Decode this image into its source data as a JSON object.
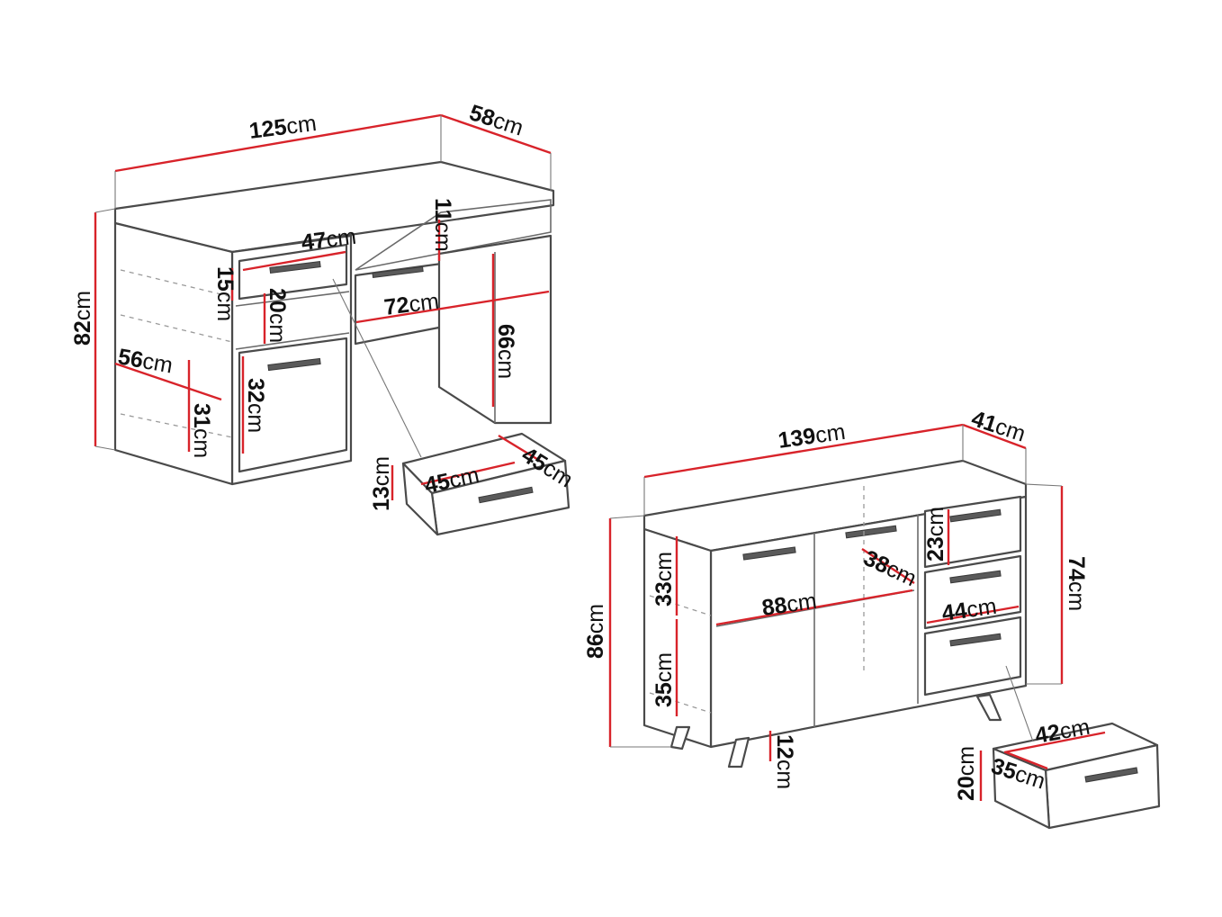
{
  "desk": {
    "dimensions": [
      {
        "key": "width",
        "value": "125",
        "unit": "cm"
      },
      {
        "key": "depth",
        "value": "58",
        "unit": "cm"
      },
      {
        "key": "height",
        "value": "82",
        "unit": "cm"
      },
      {
        "key": "top-drawer-width",
        "value": "47",
        "unit": "cm"
      },
      {
        "key": "right-opening-height",
        "value": "11",
        "unit": "cm"
      },
      {
        "key": "top-drawer-height",
        "value": "15",
        "unit": "cm"
      },
      {
        "key": "open-shelf-height",
        "value": "20",
        "unit": "cm"
      },
      {
        "key": "knee-width",
        "value": "72",
        "unit": "cm"
      },
      {
        "key": "knee-height",
        "value": "66",
        "unit": "cm"
      },
      {
        "key": "side-depth",
        "value": "56",
        "unit": "cm"
      },
      {
        "key": "door-height",
        "value": "32",
        "unit": "cm"
      },
      {
        "key": "cabinet-shelf-height",
        "value": "31",
        "unit": "cm"
      }
    ],
    "drawer_detail": [
      {
        "key": "drawer-height",
        "value": "13",
        "unit": "cm"
      },
      {
        "key": "drawer-width",
        "value": "45",
        "unit": "cm"
      },
      {
        "key": "drawer-depth",
        "value": "45",
        "unit": "cm"
      }
    ]
  },
  "sideboard": {
    "dimensions": [
      {
        "key": "width",
        "value": "139",
        "unit": "cm"
      },
      {
        "key": "depth",
        "value": "41",
        "unit": "cm"
      },
      {
        "key": "total-height",
        "value": "86",
        "unit": "cm"
      },
      {
        "key": "body-height",
        "value": "74",
        "unit": "cm"
      },
      {
        "key": "upper-compartment-height",
        "value": "33",
        "unit": "cm"
      },
      {
        "key": "lower-compartment-height",
        "value": "35",
        "unit": "cm"
      },
      {
        "key": "compartment-width",
        "value": "88",
        "unit": "cm"
      },
      {
        "key": "compartment-depth",
        "value": "38",
        "unit": "cm"
      },
      {
        "key": "drawer-front-height",
        "value": "23",
        "unit": "cm"
      },
      {
        "key": "drawer-column-width",
        "value": "44",
        "unit": "cm"
      },
      {
        "key": "leg-height",
        "value": "12",
        "unit": "cm"
      }
    ],
    "drawer_detail": [
      {
        "key": "drawer-width",
        "value": "42",
        "unit": "cm"
      },
      {
        "key": "drawer-depth",
        "value": "35",
        "unit": "cm"
      },
      {
        "key": "drawer-height",
        "value": "20",
        "unit": "cm"
      }
    ]
  },
  "colors": {
    "dimension_line": "#d8232a",
    "outline": "#4a4a4a",
    "handle": "#5a5a5a"
  }
}
